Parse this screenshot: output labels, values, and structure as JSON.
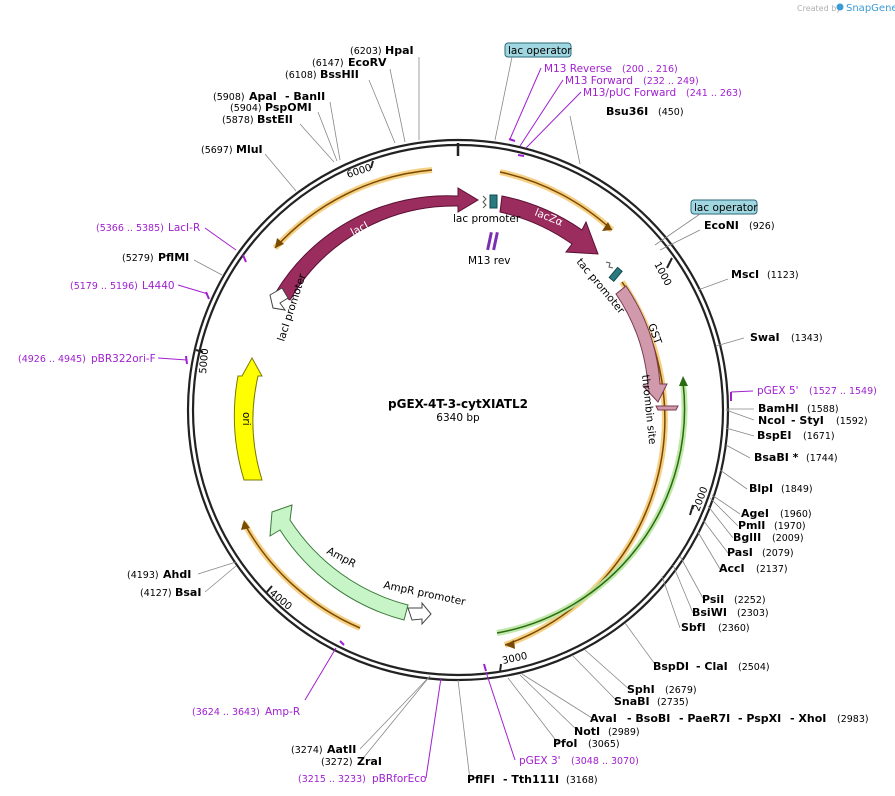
{
  "branding": {
    "created_by": "Created by",
    "app": "SnapGene"
  },
  "plasmid": {
    "name": "pGEX-4T-3-cytXIATL2",
    "size": "6340 bp"
  },
  "ticks": [
    "1000",
    "2000",
    "3000",
    "4000",
    "5000",
    "6000"
  ],
  "features": {
    "lacI": "lacI",
    "lacI_promoter": "lacI promoter",
    "lac_promoter": "lac promoter",
    "lacZa": "lacZα",
    "M13_rev": "M13 rev",
    "tac_promoter": "tac promoter",
    "GST": "GST",
    "thrombin_site": "thrombin site",
    "ori": "ori",
    "AmpR": "AmpR",
    "AmpR_promoter": "AmpR promoter",
    "lac_operator_1": "lac operator",
    "lac_operator_2": "lac operator"
  },
  "primers": {
    "m13rev": {
      "name": "M13 Reverse",
      "range": "(200 .. 216)"
    },
    "m13fwd": {
      "name": "M13 Forward",
      "range": "(232 .. 249)"
    },
    "m13puc": {
      "name": "M13/pUC Forward",
      "range": "(241 .. 263)"
    },
    "laciR": {
      "name": "LacI-R",
      "range": "(5366 .. 5385)"
    },
    "l4440": {
      "name": "L4440",
      "range": "(5179 .. 5196)"
    },
    "pbr322": {
      "name": "pBR322ori-F",
      "range": "(4926 .. 4945)"
    },
    "pgex5": {
      "name": "pGEX 5'",
      "range": "(1527 .. 1549)"
    },
    "ampR_p": {
      "name": "Amp-R",
      "range": "(3624 .. 3643)"
    },
    "pgex3": {
      "name": "pGEX 3'",
      "range": "(3048 .. 3070)"
    },
    "pbrforeco": {
      "name": "pBRforEco",
      "range": "(3215 .. 3233)"
    }
  },
  "enzymes": {
    "hpaI": {
      "name": "HpaI",
      "pos": "(6203)"
    },
    "ecoRV": {
      "name": "EcoRV",
      "pos": "(6147)"
    },
    "bssHII": {
      "name": "BssHII",
      "pos": "(6108)"
    },
    "apaI": {
      "name": "ApaI",
      "pos": "(5908)"
    },
    "banII": {
      "name": "- BanII"
    },
    "pspOMI": {
      "name": "PspOMI",
      "pos": "(5904)"
    },
    "bstEII": {
      "name": "BstEII",
      "pos": "(5878)"
    },
    "mluI": {
      "name": "MluI",
      "pos": "(5697)"
    },
    "pflMI": {
      "name": "PflMI",
      "pos": "(5279)"
    },
    "bsu36I": {
      "name": "Bsu36I",
      "pos": "(450)"
    },
    "ecoNI": {
      "name": "EcoNI",
      "pos": "(926)"
    },
    "mscI": {
      "name": "MscI",
      "pos": "(1123)"
    },
    "swaI": {
      "name": "SwaI",
      "pos": "(1343)"
    },
    "bamHI": {
      "name": "BamHI",
      "pos": "(1588)"
    },
    "ncoI": {
      "name": "NcoI",
      "pos": "(1592)"
    },
    "styI": {
      "name": "- StyI"
    },
    "bspEI": {
      "name": "BspEI",
      "pos": "(1671)"
    },
    "bsaBI": {
      "name": "BsaBI *",
      "pos": "(1744)"
    },
    "blpI": {
      "name": "BlpI",
      "pos": "(1849)"
    },
    "ageI": {
      "name": "AgeI",
      "pos": "(1960)"
    },
    "pmlI": {
      "name": "PmlI",
      "pos": "(1970)"
    },
    "bglII": {
      "name": "BglII",
      "pos": "(2009)"
    },
    "pasI": {
      "name": "PasI",
      "pos": "(2079)"
    },
    "accI": {
      "name": "AccI",
      "pos": "(2137)"
    },
    "psiI": {
      "name": "PsiI",
      "pos": "(2252)"
    },
    "bsiWI": {
      "name": "BsiWI",
      "pos": "(2303)"
    },
    "sbfI": {
      "name": "SbfI",
      "pos": "(2360)"
    },
    "bspDI": {
      "name": "BspDI",
      "pos": "(2504)"
    },
    "claI": {
      "name": "- ClaI"
    },
    "sphI": {
      "name": "SphI",
      "pos": "(2679)"
    },
    "snaBI": {
      "name": "SnaBI",
      "pos": "(2735)"
    },
    "avaI": {
      "name": "AvaI",
      "pos": "(2983)"
    },
    "bsoBI": {
      "name": "- BsoBI"
    },
    "paeR7I": {
      "name": "- PaeR7I"
    },
    "pspXI": {
      "name": "- PspXI"
    },
    "xhoI": {
      "name": "- XhoI"
    },
    "notI": {
      "name": "NotI",
      "pos": "(2989)"
    },
    "pfoI": {
      "name": "PfoI",
      "pos": "(3065)"
    },
    "pflFI": {
      "name": "PflFI",
      "pos": "(3168)"
    },
    "tth111I": {
      "name": "- Tth111I"
    },
    "aatII": {
      "name": "AatII",
      "pos": "(3274)"
    },
    "zraI": {
      "name": "ZraI",
      "pos": "(3272)"
    },
    "ahdI": {
      "name": "AhdI",
      "pos": "(4193)"
    },
    "bsaI": {
      "name": "BsaI",
      "pos": "(4127)"
    }
  }
}
